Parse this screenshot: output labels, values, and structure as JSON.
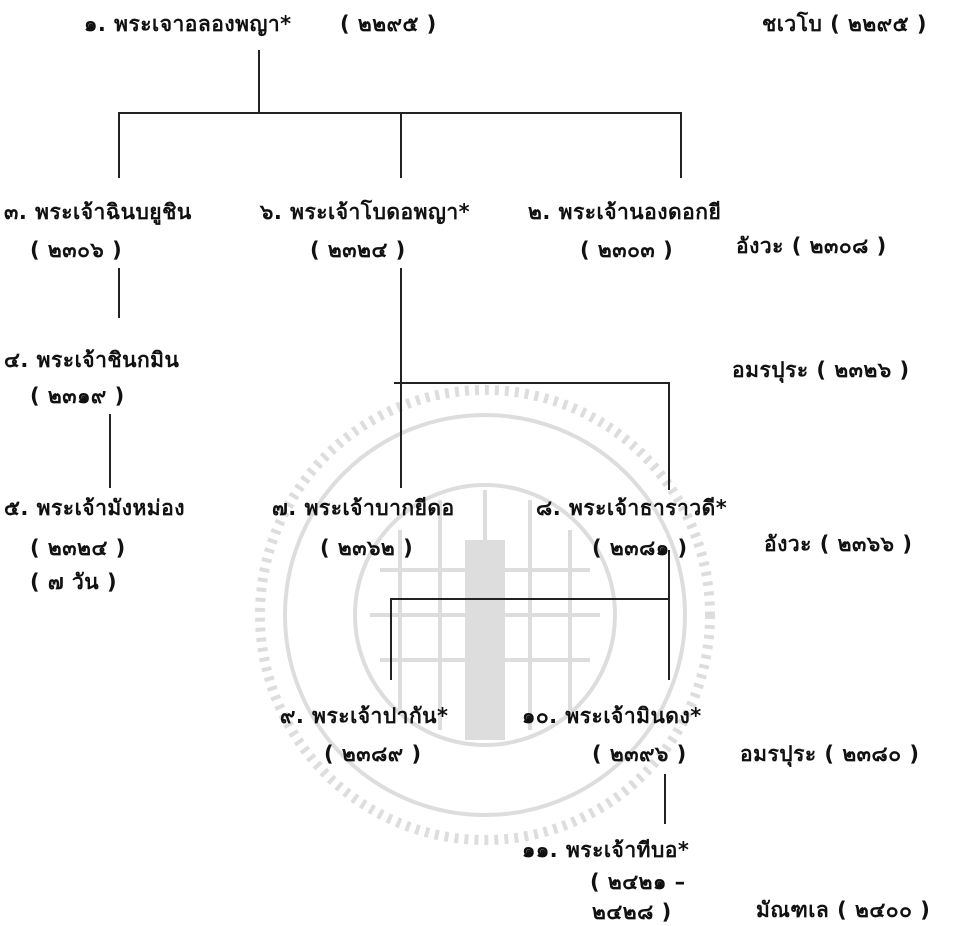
{
  "kings": {
    "k1": {
      "name": "๑. พระเจาอลองพญา*",
      "reign": "( ๒๒๙๕ )"
    },
    "k2": {
      "name": "๒. พระเจ้านองดอกยี",
      "reign": "( ๒๓๐๓ )"
    },
    "k3": {
      "name": "๓. พระเจ้าฉินบยูชิน",
      "reign": "( ๒๓๐๖ )"
    },
    "k4": {
      "name": "๔. พระเจ้าชินกมิน",
      "reign": "( ๒๓๑๙ )"
    },
    "k5": {
      "name": "๕. พระเจ้ามังหม่อง",
      "reign": "( ๒๓๒๔ )",
      "note": "( ๗ วัน )"
    },
    "k6": {
      "name": "๖. พระเจ้าโบดอพญา*",
      "reign": "( ๒๓๒๔ )"
    },
    "k7": {
      "name": "๗. พระเจ้าบากยีดอ",
      "reign": "( ๒๓๖๒ )"
    },
    "k8": {
      "name": "๘. พระเจ้าธาราวดี*",
      "reign": "( ๒๓๘๑ )"
    },
    "k9": {
      "name": "๙. พระเจ้าปากัน*",
      "reign": "( ๒๓๘๙ )"
    },
    "k10": {
      "name": "๑๐. พระเจ้ามินดง*",
      "reign": "( ๒๓๙๖ )"
    },
    "k11": {
      "name": "๑๑. พระเจ้าทีบอ*",
      "reign_line1": "( ๒๔๒๑ –",
      "reign_line2": "๒๔๒๘ )"
    }
  },
  "capitals": {
    "c1": "ชเวโบ ( ๒๒๙๕ )",
    "c2": "อังวะ ( ๒๓๐๘ )",
    "c3": "อมรปุระ ( ๒๓๒๖ )",
    "c4": "อังวะ ( ๒๓๖๖ )",
    "c5": "อมรปุระ ( ๒๓๘๐ )",
    "c6": "มัณฑเล ( ๒๔๐๐ )"
  }
}
